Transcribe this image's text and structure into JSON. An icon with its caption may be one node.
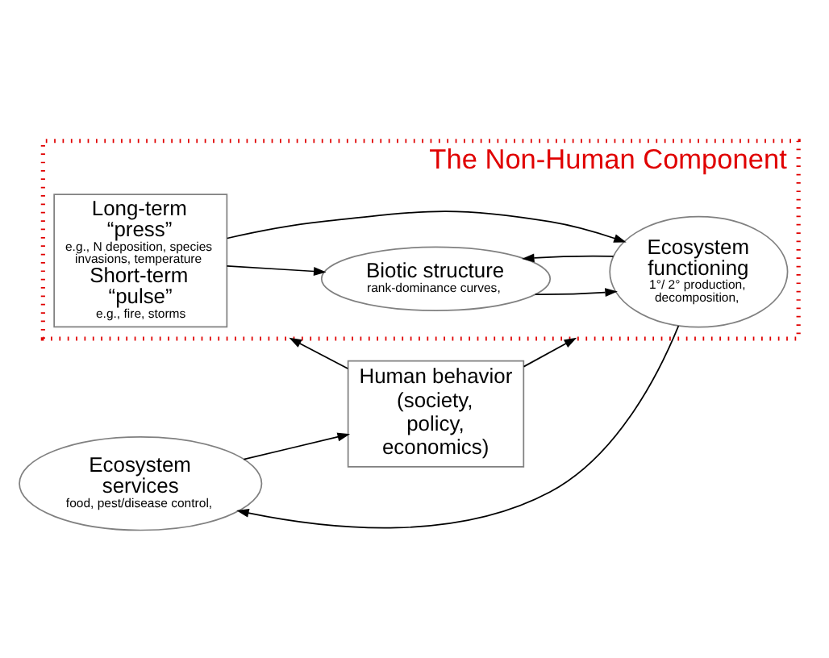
{
  "diagram": {
    "nodes": [
      {
        "text": [
          "The Non-Human Component"
        ]
      },
      {
        "text": [
          "Human behavior (society, policy, economics)"
        ]
      },
      {
        "text": [
          "Long-term “press”",
          "e.g., N deposition, species invasions, temperature",
          "Short-term “pulse”",
          "e.g., fire, storms"
        ],
        "in": 0
      },
      {
        "text": [
          "Biotic structure",
          "rank-dominance curves,"
        ],
        "in": 0
      },
      {
        "text": [
          "Ecosystem functioning",
          "1°/ 2° production, decomposition,"
        ],
        "in": 0
      },
      {
        "text": [
          "Ecosystem services",
          "food, pest/disease control,"
        ]
      }
    ],
    "edges": [
      {
        "from": 1,
        "to": 0,
        "arrow": "to"
      },
      {
        "from": 1,
        "to": 0,
        "arrow": "to"
      },
      {
        "from": 2,
        "to": 3,
        "arrow": "to"
      },
      {
        "from": 2,
        "to": 4,
        "arrow": "to"
      },
      {
        "from": 3,
        "to": 4,
        "arrow": "to"
      },
      {
        "from": 4,
        "to": 3,
        "arrow": "to"
      },
      {
        "from": 4,
        "to": 5,
        "arrow": "to"
      },
      {
        "from": 5,
        "to": 1,
        "arrow": "to"
      }
    ]
  }
}
